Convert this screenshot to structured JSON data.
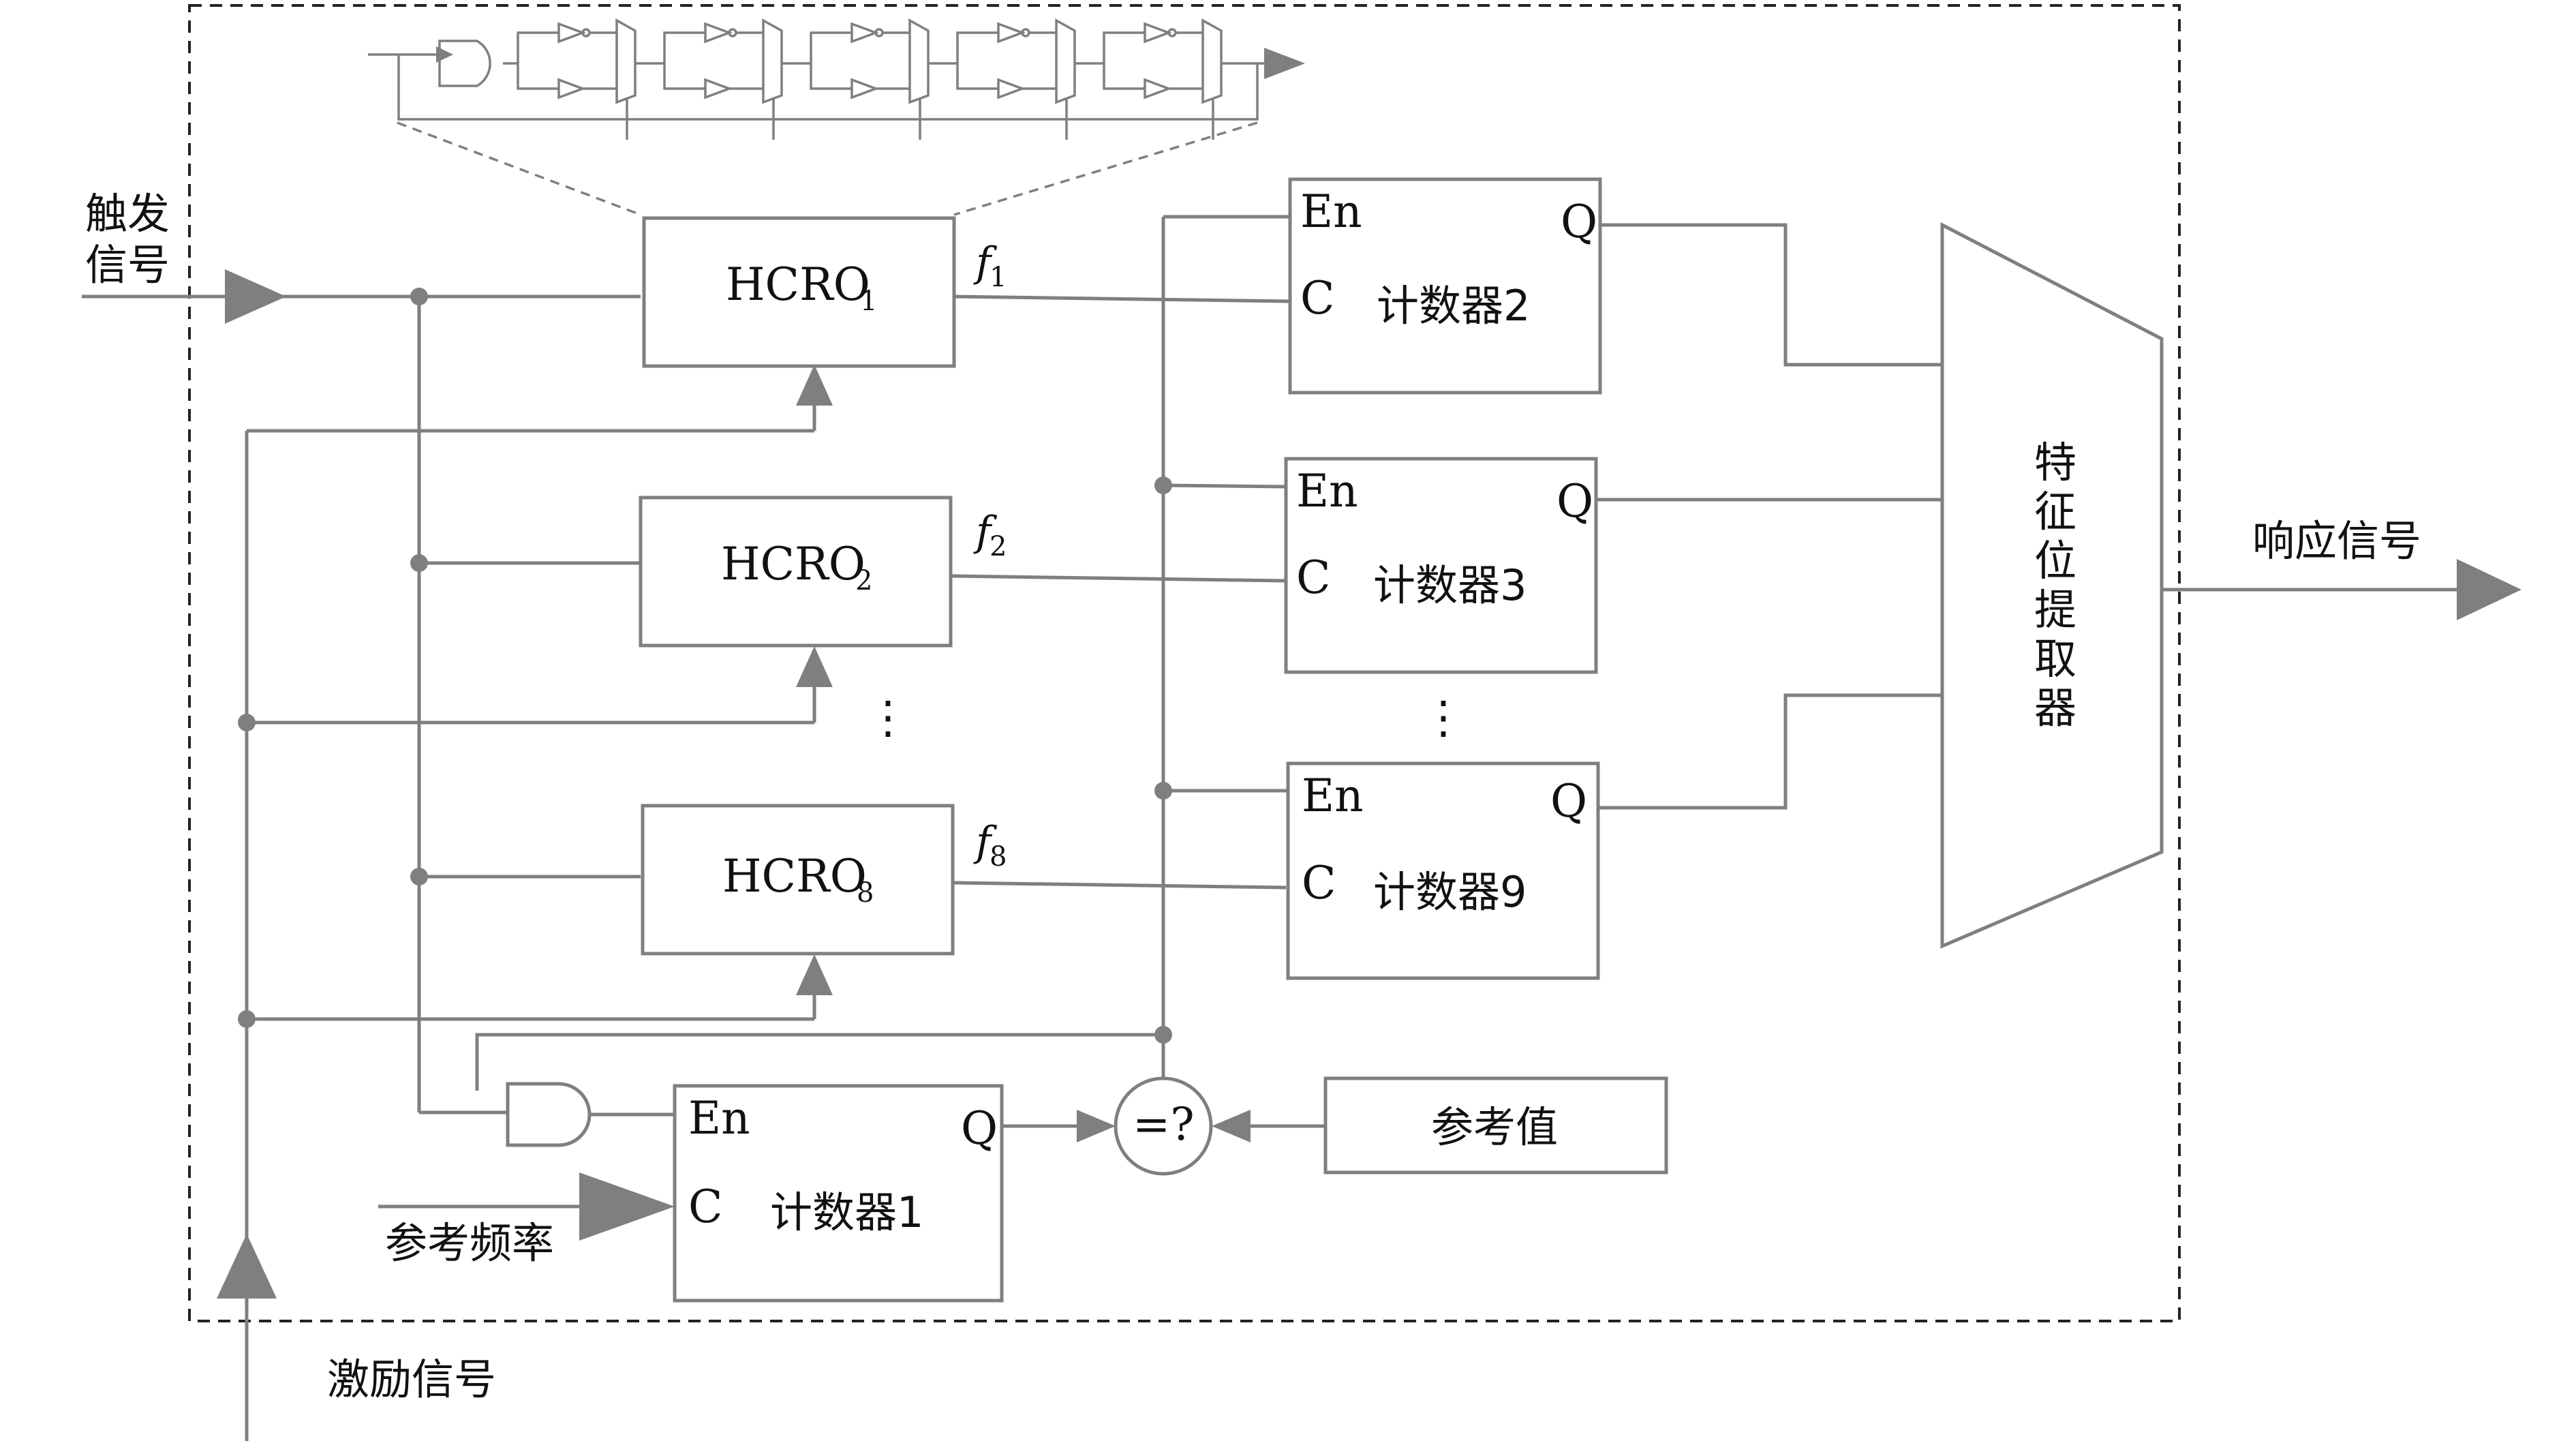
{
  "inputs": {
    "trigger_line1": "触发",
    "trigger_line2": "信号",
    "excitation": "激励信号",
    "ref_freq": "参考频率"
  },
  "output": {
    "response": "响应信号"
  },
  "hcro": [
    {
      "label": "HCRO",
      "sub": "1",
      "freq": "f",
      "freq_sub": "1"
    },
    {
      "label": "HCRO",
      "sub": "2",
      "freq": "f",
      "freq_sub": "2"
    },
    {
      "label": "HCRO",
      "sub": "8",
      "freq": "f",
      "freq_sub": "8"
    }
  ],
  "counters": [
    {
      "name": "计数器2",
      "en": "En",
      "c": "C",
      "q": "Q"
    },
    {
      "name": "计数器3",
      "en": "En",
      "c": "C",
      "q": "Q"
    },
    {
      "name": "计数器9",
      "en": "En",
      "c": "C",
      "q": "Q"
    }
  ],
  "counter1": {
    "name": "计数器1",
    "en": "En",
    "c": "C",
    "q": "Q"
  },
  "comparator": "=?",
  "ref_value": "参考值",
  "extractor": [
    "特",
    "征",
    "位",
    "提",
    "取",
    "器"
  ],
  "ellipsis": "⋮"
}
